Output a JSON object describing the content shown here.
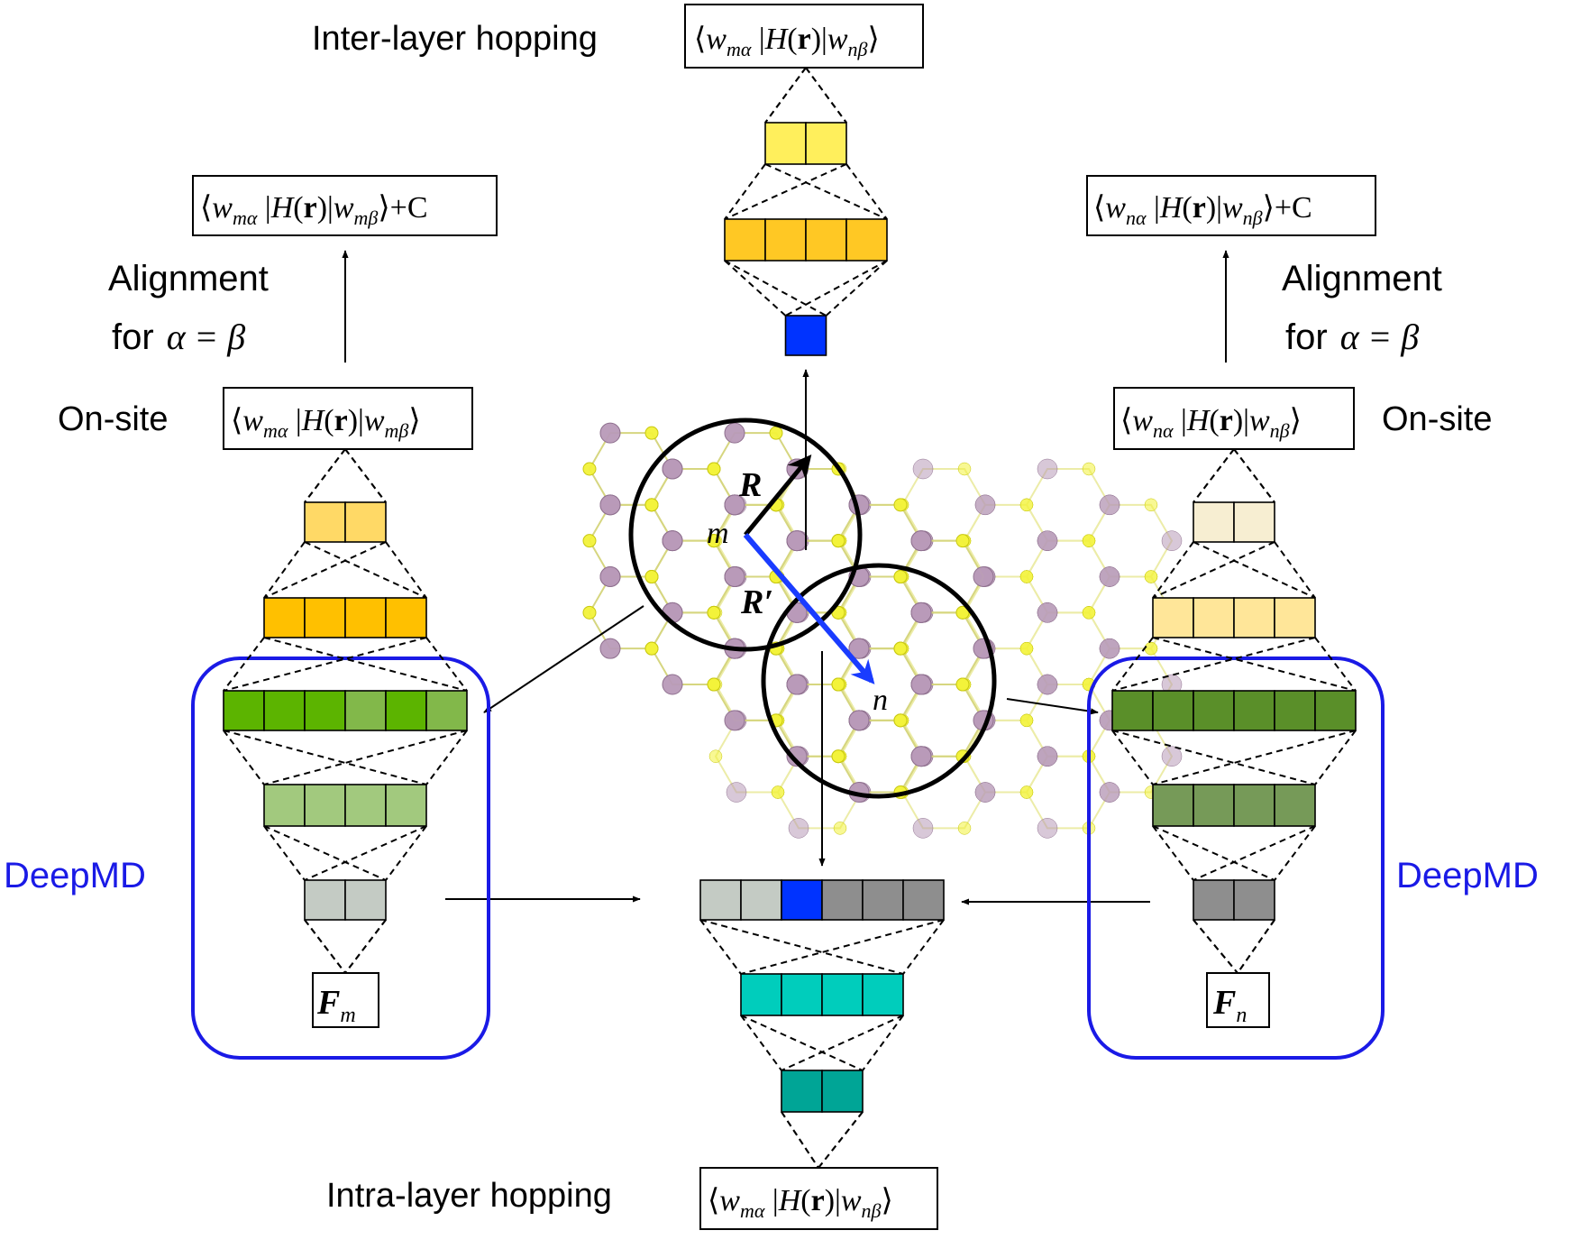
{
  "labels": {
    "inter_layer": "Inter-layer hopping",
    "intra_layer": "Intra-layer hopping",
    "onsite_left": "On-site",
    "onsite_right": "On-site",
    "align_left_1": "Alignment",
    "align_left_2": "for",
    "align_right_1": "Alignment",
    "align_right_2": "for",
    "deepmd_left": "DeepMD",
    "deepmd_right": "DeepMD"
  },
  "math": {
    "w": "w",
    "H": "H",
    "r": "r",
    "plusC": "+C",
    "sub_ma": "mα",
    "sub_mb": "mβ",
    "sub_na": "nα",
    "sub_nb": "nβ",
    "alpha": "α",
    "eq": "=",
    "beta": "β",
    "F": "F",
    "m": "m",
    "n": "n",
    "R": "R",
    "Rprime": "R′"
  },
  "colors": {
    "yellow_light": "#ffef5c",
    "orange": "#ffc824",
    "orange_light": "#ffd966",
    "orange_mid": "#ffc000",
    "blue": "#0033ff",
    "green_bright": "#5cb400",
    "green_light": "#82b84a",
    "green_pale": "#a2c97e",
    "gray_light": "#c4cbc4",
    "cream": "#f7eed2",
    "butter": "#ffe699",
    "green_dark": "#5a8f29",
    "green_olive": "#769a58",
    "gray_mid": "#8e8e8e",
    "teal": "#00cdbc",
    "teal_dark": "#00a596",
    "frame_blue": "#1a1ae6",
    "atom_purple": "#b89ab8",
    "atom_yellow": "#f2f23a"
  }
}
